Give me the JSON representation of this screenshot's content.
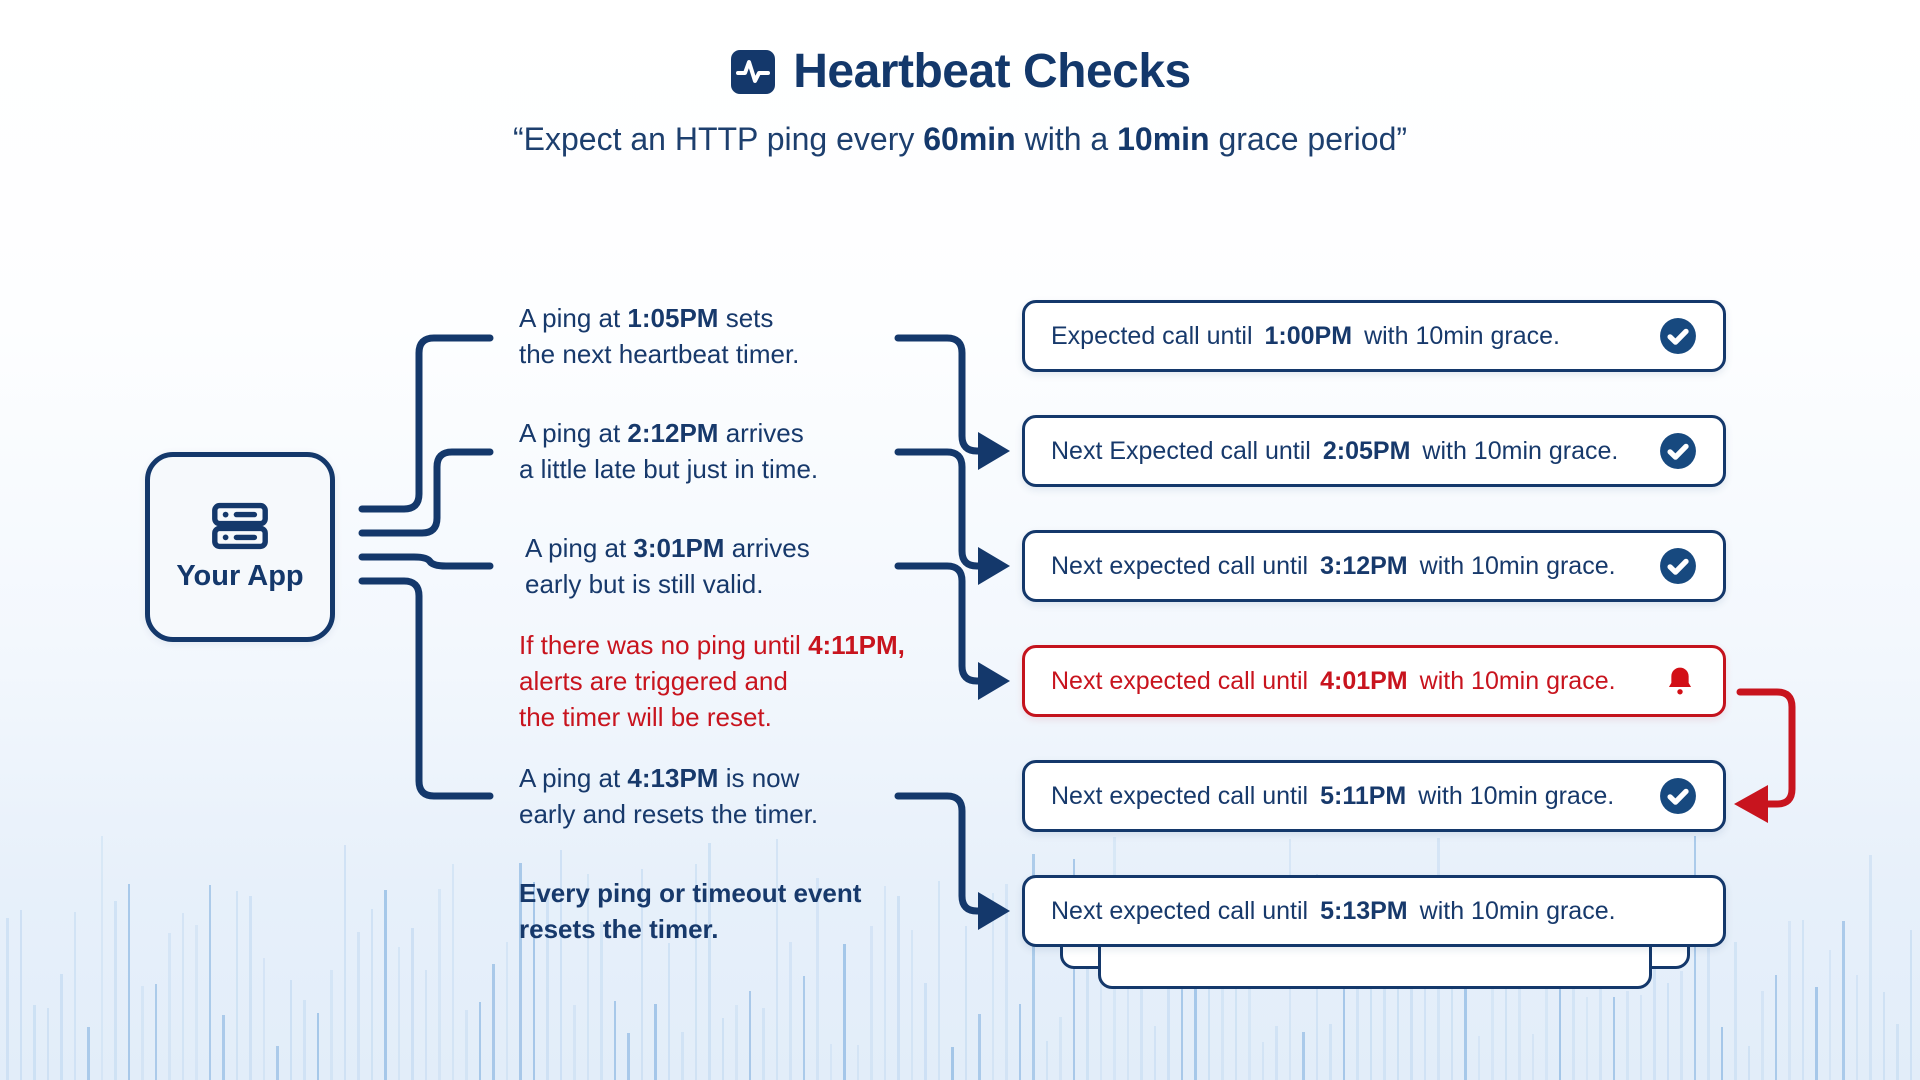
{
  "header": {
    "icon": "activity-pulse-icon",
    "title": "Heartbeat Checks",
    "subtitle": {
      "pre": "“Expect an HTTP ping every ",
      "interval_bold": "60min",
      "mid": " with a ",
      "grace_bold": "10min",
      "post": " grace period”"
    }
  },
  "app_node": {
    "icon": "server-icon",
    "label": "Your App"
  },
  "annotations": [
    {
      "type": "normal",
      "pre": "A ping at ",
      "bold": "1:05PM",
      "post": " sets\nthe next heartbeat timer."
    },
    {
      "type": "normal",
      "pre": "A ping at ",
      "bold": "2:12PM",
      "post": " arrives\na little late but just in time."
    },
    {
      "type": "normal",
      "pre": "A ping at ",
      "bold": "3:01PM",
      "post": " arrives\nearly but is still valid."
    },
    {
      "type": "alert",
      "pre": "If there was no ping until ",
      "bold": "4:11PM,",
      "post": "\nalerts are triggered and\nthe timer will be reset."
    },
    {
      "type": "normal",
      "pre": "A ping at ",
      "bold": "4:13PM",
      "post": " is now\nearly and resets the timer."
    },
    {
      "type": "note",
      "pre": "Every ping or timeout event\nresets the timer.",
      "bold": "",
      "post": ""
    }
  ],
  "status_boxes": [
    {
      "status": "ok",
      "icon": "check-circle-icon",
      "pre": "Expected call until ",
      "bold": "1:00PM",
      "post": " with 10min grace."
    },
    {
      "status": "ok",
      "icon": "check-circle-icon",
      "pre": "Next Expected call until ",
      "bold": "2:05PM",
      "post": " with 10min grace."
    },
    {
      "status": "ok",
      "icon": "check-circle-icon",
      "pre": "Next expected call until ",
      "bold": "3:12PM",
      "post": " with 10min grace."
    },
    {
      "status": "alert",
      "icon": "bell-icon",
      "pre": "Next expected call until ",
      "bold": "4:01PM",
      "post": " with 10min grace."
    },
    {
      "status": "ok",
      "icon": "check-circle-icon",
      "pre": "Next expected call until ",
      "bold": "5:11PM",
      "post": " with 10min grace."
    },
    {
      "status": "none",
      "icon": "",
      "pre": "Next expected call until ",
      "bold": "5:13PM",
      "post": " with 10min grace."
    }
  ],
  "colors": {
    "navy": "#14386b",
    "red": "#c8141e",
    "check_fill": "#17497f",
    "background_bottom": "#e2edf9"
  }
}
